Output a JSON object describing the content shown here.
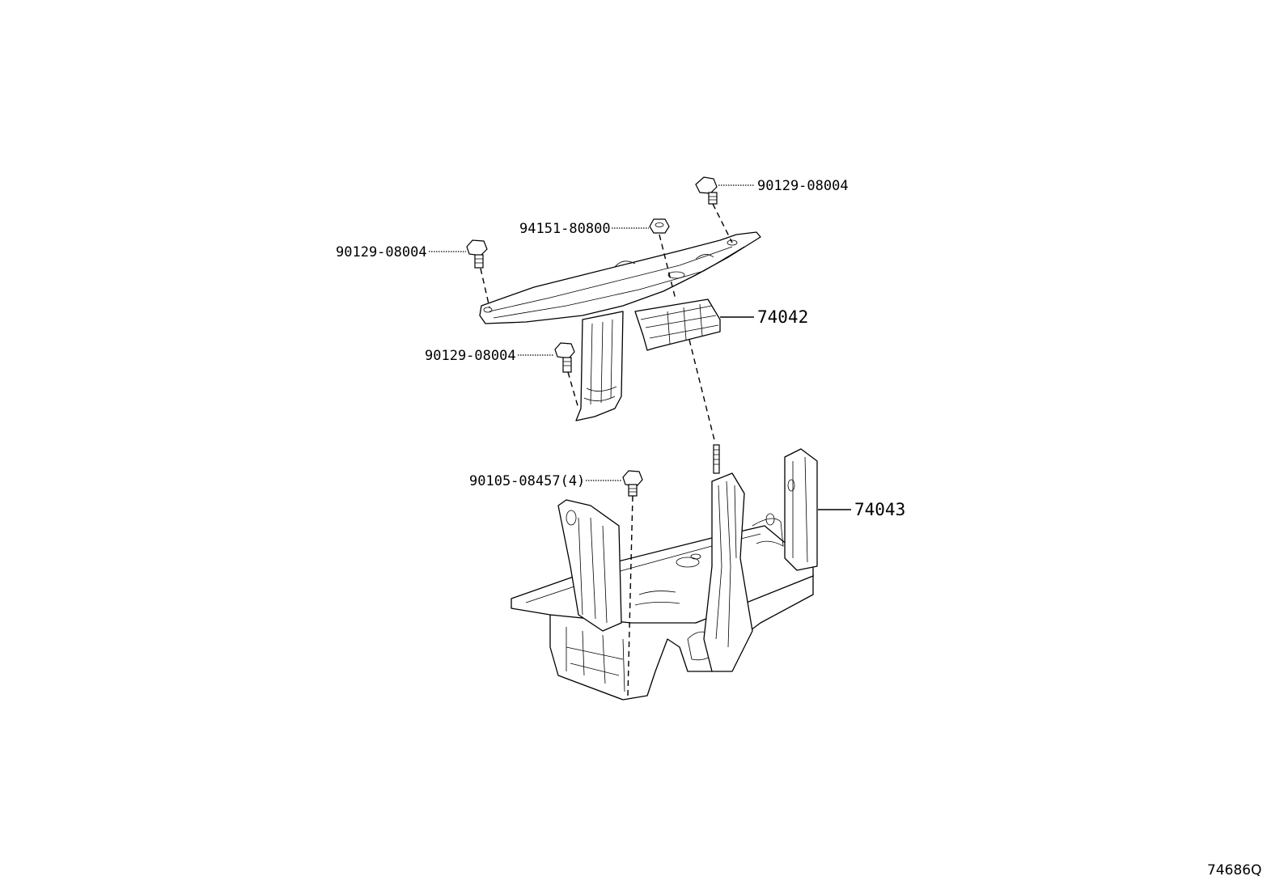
{
  "labels": {
    "bolt_top_right": "90129-08004",
    "nut_top": "94151-80800",
    "bolt_left": "90129-08004",
    "bolt_mid_left": "90129-08004",
    "bracket_upper": "74042",
    "bolt_lower": "90105-08457(4)",
    "tray_lower": "74043"
  },
  "diagram_id": "74686Q"
}
